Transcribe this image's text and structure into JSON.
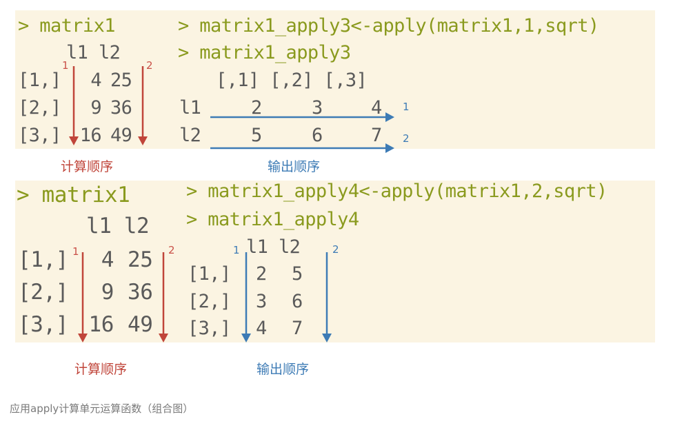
{
  "top": {
    "left": {
      "command": "> matrix1",
      "header": "l1 l2",
      "rows": [
        "[1,]",
        "[2,]",
        "[3,]"
      ],
      "col1": [
        "4",
        "9",
        "16"
      ],
      "col2": [
        "25",
        "36",
        "49"
      ],
      "marker_1": "1",
      "marker_2": "2",
      "label": "计算顺序"
    },
    "right": {
      "command1": "> matrix1_apply3<-apply(matrix1,1,sqrt)",
      "command2": "> matrix1_apply3",
      "header": "[,1] [,2] [,3]",
      "row_names": [
        "l1",
        "l2"
      ],
      "row1": [
        "2",
        "3",
        "4"
      ],
      "row2": [
        "5",
        "6",
        "7"
      ],
      "marker_1": "1",
      "marker_2": "2",
      "label": "输出顺序"
    }
  },
  "bottom": {
    "left": {
      "command": "> matrix1",
      "header": "l1 l2",
      "rows": [
        "[1,]",
        "[2,]",
        "[3,]"
      ],
      "col1": [
        "4",
        "9",
        "16"
      ],
      "col2": [
        "25",
        "36",
        "49"
      ],
      "marker_1": "1",
      "marker_2": "2",
      "label": "计算顺序"
    },
    "right": {
      "command1": "> matrix1_apply4<-apply(matrix1,2,sqrt)",
      "command2": "> matrix1_apply4",
      "header": "l1 l2",
      "rows": [
        "[1,]",
        "[2,]",
        "[3,]"
      ],
      "col1": [
        "2",
        "3",
        "4"
      ],
      "col2": [
        "5",
        "6",
        "7"
      ],
      "marker_1": "1",
      "marker_2": "2",
      "label": "输出顺序"
    }
  },
  "caption": "应用apply计算单元运算函数（组合图）",
  "colors": {
    "panel_bg": "#fbf4e2",
    "command_text": "#8a9a1e",
    "output_text": "#5a5a5a",
    "calc_order_red": "#c0453a",
    "output_order_blue": "#3d7bb5"
  }
}
